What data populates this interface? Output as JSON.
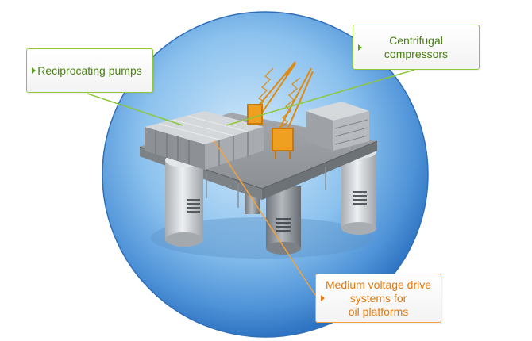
{
  "callouts": {
    "reciprocating_pumps": "Reciprocating pumps",
    "centrifugal_compressors": "Centrifugal\ncompressors",
    "mv_drive": "Medium voltage drive\nsystems for\noil platforms"
  },
  "colors": {
    "water_light": "#c4e0f7",
    "water_mid": "#6eaee6",
    "water_dark": "#2a6fbf",
    "green_line": "#8cc83a",
    "orange_line": "#f2a13c",
    "crane": "#f0a020"
  }
}
